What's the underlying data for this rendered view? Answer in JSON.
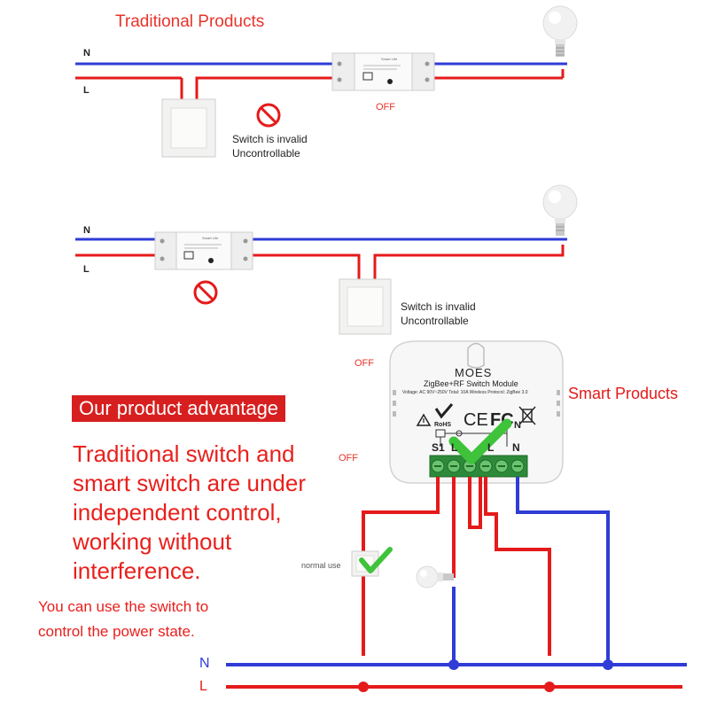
{
  "section_title": "Traditional Products",
  "scene1": {
    "wire_n": "N",
    "wire_l": "L",
    "note_line1": "Switch is invalid",
    "note_line2": "Uncontrollable",
    "state": "OFF",
    "relay_label": "Smart Life"
  },
  "scene2": {
    "wire_n": "N",
    "wire_l": "L",
    "note_line1": "Switch is invalid",
    "note_line2": "Uncontrollable",
    "state": "OFF",
    "relay_label": "Smart Life"
  },
  "module": {
    "brand": "MOES",
    "name": "ZigBee+RF Switch Module",
    "specs": "Voltage: AC 90V~250V   Total: 10A   Wireless Protocol: ZigBee 3.0",
    "terminal_s1": "S1",
    "terminal_l1": "L",
    "terminal_l2": "L",
    "terminal_n": "N",
    "top_n": "N",
    "rohs": "RoHS",
    "ce": "CE",
    "fc": "FC"
  },
  "smart_products": "Smart Products",
  "scene3_state": "OFF",
  "scene3_state2": "OFF",
  "advantage_title": "Our product advantage",
  "advantage_lines": [
    "Traditional switch and",
    "smart switch are under",
    "independent control,",
    "working without",
    "interference."
  ],
  "power_lines": [
    "You can use the switch to",
    "control the power state."
  ],
  "normal_use": "normal use",
  "bus_n": "N",
  "bus_l": "L",
  "colors": {
    "neutral": "#2f3cd6",
    "live": "#e51a1a",
    "accent": "#e8332a",
    "check": "#3fc33a"
  }
}
